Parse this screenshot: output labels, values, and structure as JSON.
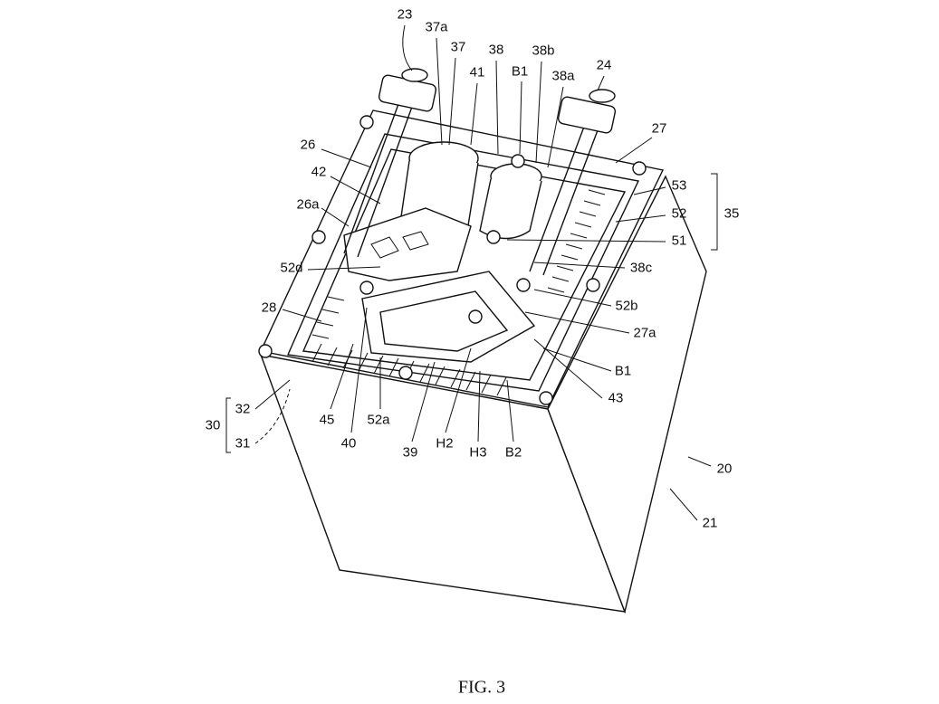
{
  "figure": {
    "caption": "FIG. 3",
    "labels": [
      "23",
      "37a",
      "37",
      "38",
      "38b",
      "B1",
      "38a",
      "24",
      "41",
      "27",
      "26",
      "42",
      "26a",
      "53",
      "52",
      "51",
      "35",
      "52d",
      "38c",
      "52b",
      "28",
      "27a",
      "B1",
      "43",
      "32",
      "30",
      "31",
      "45",
      "40",
      "52a",
      "39",
      "H2",
      "H3",
      "B2",
      "20",
      "21"
    ]
  }
}
